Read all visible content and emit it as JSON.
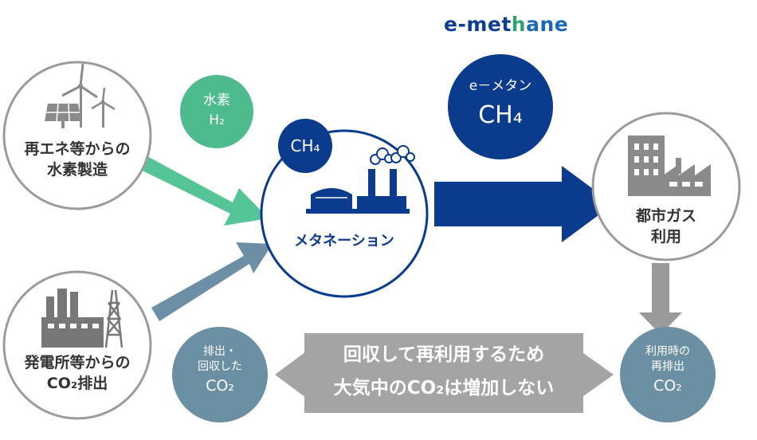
{
  "logo": {
    "text_prefix": "e-met",
    "text_h": "h",
    "text_suffix": "ane",
    "color_main": "#0d3e8f",
    "color_h": "#2fa36b",
    "color_ane": "#1b69b6"
  },
  "colors": {
    "navy": "#0b3b8c",
    "green": "#4dbb8d",
    "green_arrow": "#55c496",
    "steel": "#6b8fa3",
    "steel_arrow": "#6c8fa6",
    "gray": "#9e9e9e",
    "gray_dark": "#777777",
    "banner": "#a4a4a4"
  },
  "nodes": {
    "renewable": {
      "line1": "再エネ等からの",
      "line2": "水素製造",
      "icons": [
        "wind-turbine-icon",
        "solar-panel-icon"
      ]
    },
    "powerplant": {
      "line1": "発電所等からの",
      "line2": "CO₂排出",
      "icons": [
        "factory-icon",
        "transmission-tower-icon"
      ]
    },
    "methanation": {
      "label": "メタネーション",
      "badge": "CH₄",
      "icons": [
        "gas-tank-icon",
        "chimney-smoke-icon"
      ]
    },
    "city_gas": {
      "line1": "都市ガス",
      "line2": "利用",
      "icons": [
        "building-icon",
        "factory-icon"
      ]
    }
  },
  "bubbles": {
    "hydrogen": {
      "line1": "水素",
      "line2": "H₂"
    },
    "emethane": {
      "line1": "e－メタン",
      "line2": "CH₄"
    },
    "recovered": {
      "line1": "排出・",
      "line2": "回収した",
      "line3": "CO₂"
    },
    "reemission": {
      "line1": "利用時の",
      "line2": "再排出",
      "line3": "CO₂"
    }
  },
  "banner": {
    "line1": "回収して再利用するため",
    "line2": "大気中のCO₂は増加しない"
  }
}
